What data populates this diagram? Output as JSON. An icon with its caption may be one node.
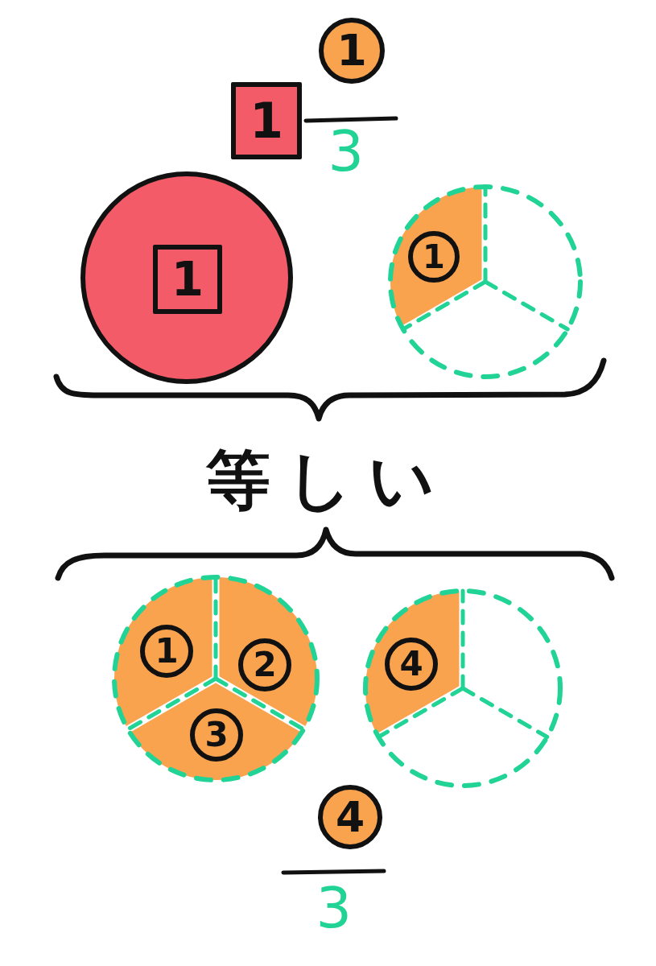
{
  "diagram": {
    "nodes": [
      {
        "text": [
          "1"
        ]
      },
      {
        "text": [
          "1"
        ]
      },
      {
        "text": [],
        "shape": "circle"
      },
      {
        "text": [
          "1"
        ],
        "in": 2
      },
      {
        "text": [],
        "shape": "circle"
      },
      {
        "text": [
          "1"
        ],
        "in": 4
      },
      {
        "text": [],
        "shape": "circle"
      },
      {
        "text": [
          "1"
        ],
        "in": 6
      },
      {
        "text": [
          "2"
        ],
        "in": 6
      },
      {
        "text": [
          "3"
        ],
        "in": 6
      },
      {
        "text": [],
        "shape": "circle"
      },
      {
        "text": [
          "4"
        ],
        "in": 10
      },
      {
        "text": [
          "4"
        ]
      }
    ],
    "labels": [
      "3",
      "等しい",
      "3"
    ]
  }
}
